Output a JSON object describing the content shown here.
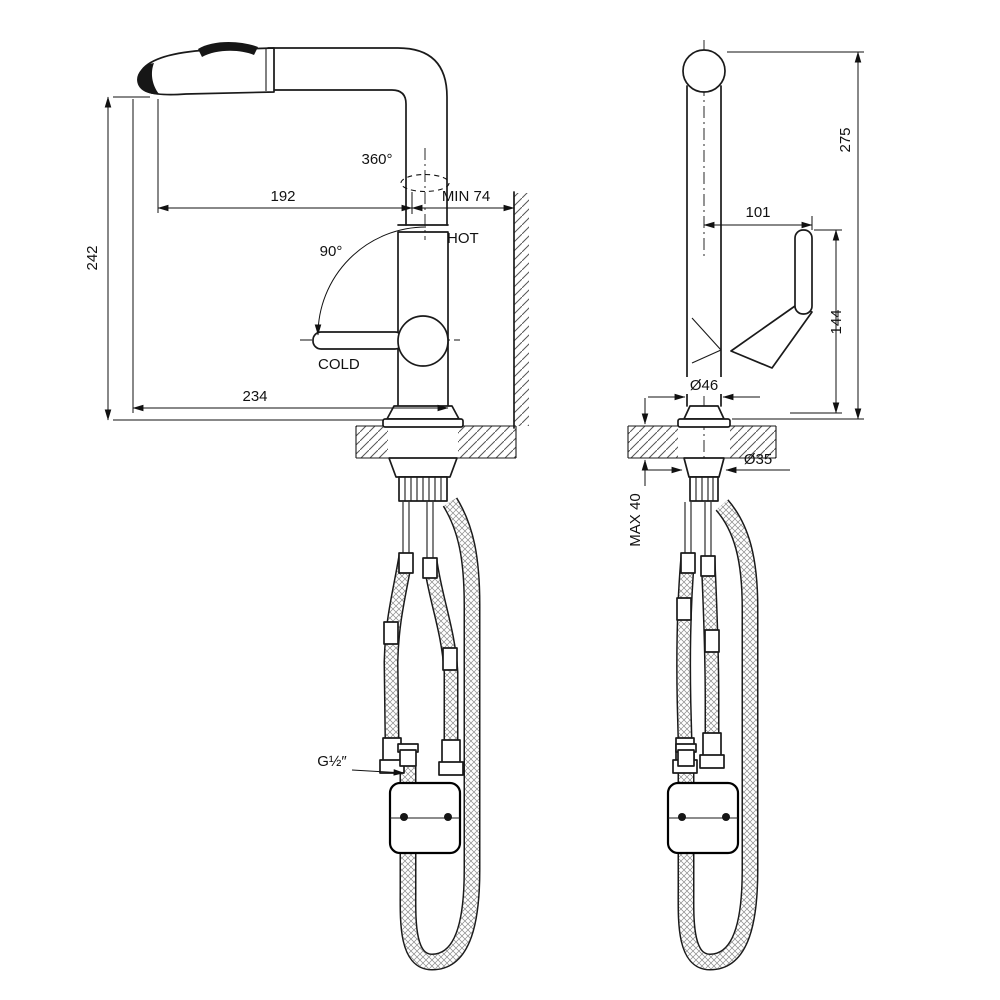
{
  "front_view": {
    "labels": {
      "swivel_angle": "360°",
      "spout_reach": "192",
      "min_wall_distance": "MIN 74",
      "hot": "HOT",
      "handle_lift_angle": "90°",
      "cold": "COLD",
      "spout_height": "242",
      "overall_reach": "234",
      "thread_size": "G½″"
    }
  },
  "side_view": {
    "labels": {
      "handle_offset": "101",
      "overall_height": "275",
      "handle_height": "144",
      "body_diameter": "Ø46",
      "hole_diameter": "Ø35",
      "max_counter_thickness": "MAX 40"
    }
  }
}
